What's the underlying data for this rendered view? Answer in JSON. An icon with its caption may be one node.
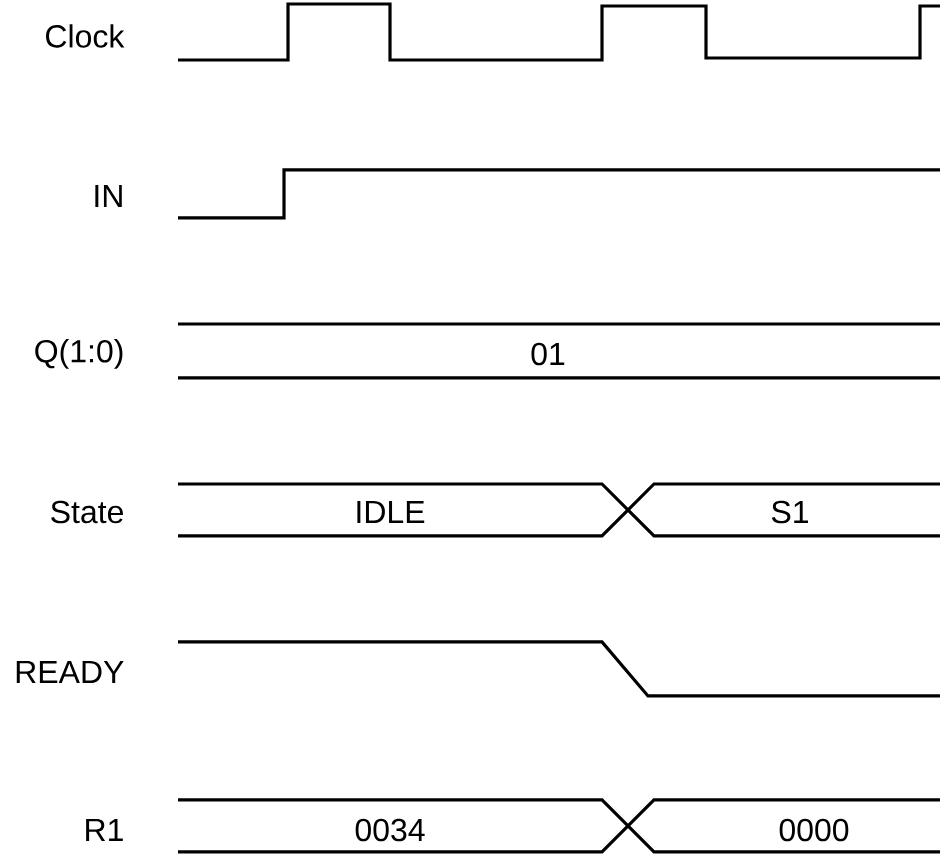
{
  "diagram": {
    "labels": [
      "Clock",
      "IN",
      "Q(1:0)",
      "01",
      "State",
      "IDLE",
      "S1",
      "READY",
      "R1",
      "0034",
      "0000"
    ]
  }
}
